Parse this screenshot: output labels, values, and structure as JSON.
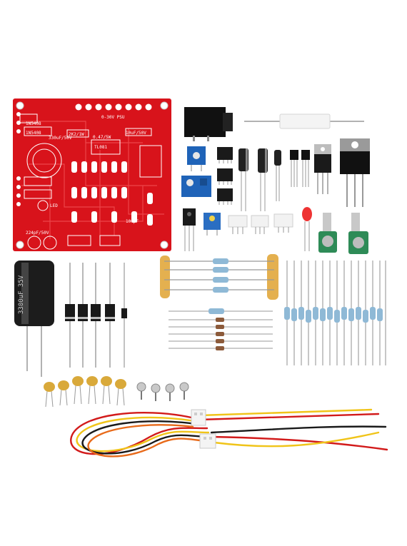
{
  "pcb": {
    "label_top": "0-30V PSU",
    "label_cap": "330uF/50V",
    "label_ic": "TL081",
    "label_res": "0.47/5W",
    "label_led": "LED",
    "label_bottom": "224pF/50V",
    "label_diode_1": "1N5408",
    "label_diode_2": "1N5408",
    "label_res_2": "2K2/1W",
    "label_cap_2": "10uF/50V",
    "label_cap_3": "100pF"
  },
  "big_capacitor": {
    "label": "3300uF 35V"
  },
  "colors": {
    "pcb_red": "#d8131b",
    "pcb_trace": "#ef4a4f",
    "silkscreen": "#ffffff",
    "trimmer_blue": "#1f63b8",
    "resistor_body": "#8fb9d6",
    "ceramic_cap": "#d9a93a",
    "wire_red": "#d21a1a",
    "wire_yellow": "#f0c419",
    "wire_black": "#1a1a1a",
    "wire_orange": "#e86a1a",
    "pot_green": "#2e8b57"
  }
}
